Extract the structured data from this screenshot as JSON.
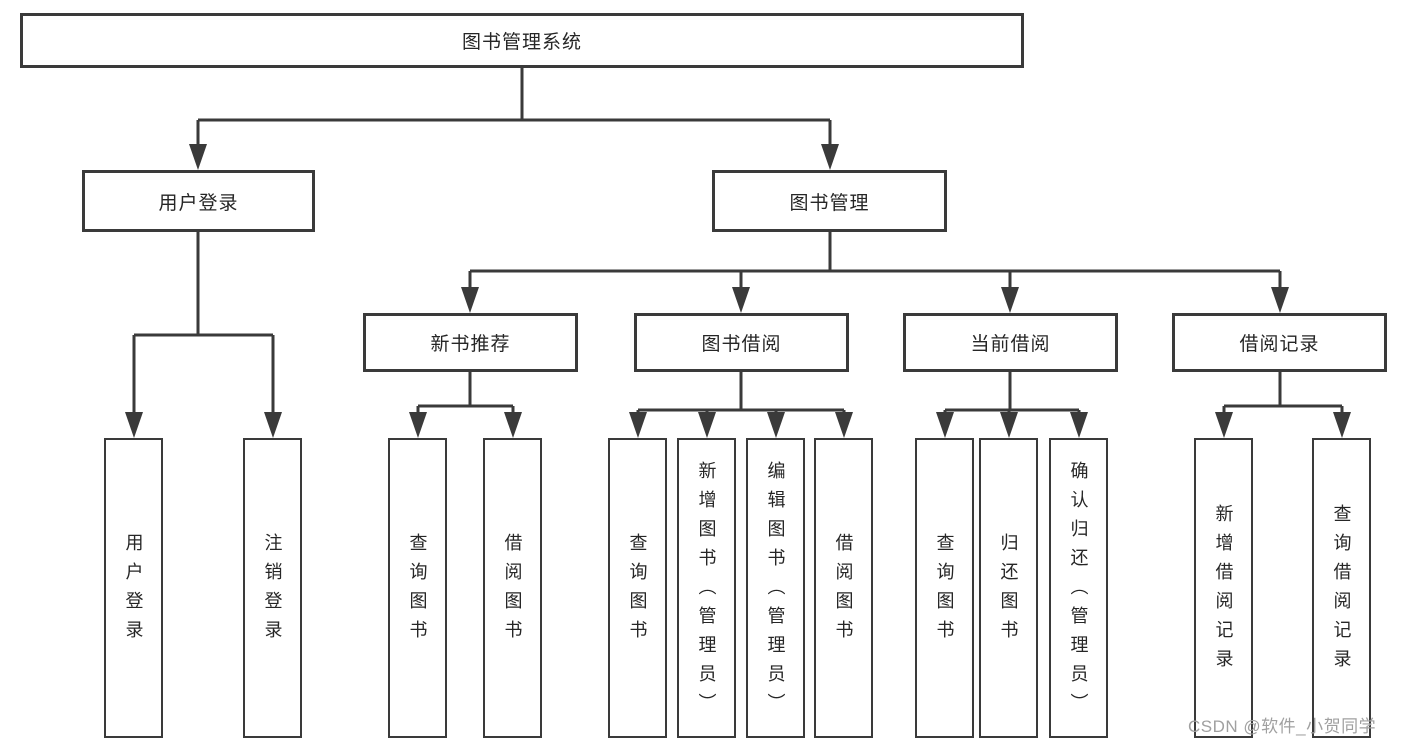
{
  "tree": {
    "label": "图书管理系统",
    "children": [
      {
        "label": "用户登录",
        "children": [
          {
            "label": "用户登录"
          },
          {
            "label": "注销登录"
          }
        ]
      },
      {
        "label": "图书管理",
        "children": [
          {
            "label": "新书推荐",
            "children": [
              {
                "label": "查询图书"
              },
              {
                "label": "借阅图书"
              }
            ]
          },
          {
            "label": "图书借阅",
            "children": [
              {
                "label": "查询图书"
              },
              {
                "label": "新增图书（管理员）"
              },
              {
                "label": "编辑图书（管理员）"
              },
              {
                "label": "借阅图书"
              }
            ]
          },
          {
            "label": "当前借阅",
            "children": [
              {
                "label": "查询图书"
              },
              {
                "label": "归还图书"
              },
              {
                "label": "确认归还（管理员）"
              }
            ]
          },
          {
            "label": "借阅记录",
            "children": [
              {
                "label": "新增借阅记录"
              },
              {
                "label": "查询借阅记录"
              }
            ]
          }
        ]
      }
    ]
  },
  "watermark": {
    "text": "CSDN @软件_小贺同学"
  },
  "colors": {
    "line": "#3a3a3a",
    "box-border": "#3a3a3a",
    "text": "#262626",
    "wm": "#a0a0a0",
    "bg": "#ffffff"
  }
}
